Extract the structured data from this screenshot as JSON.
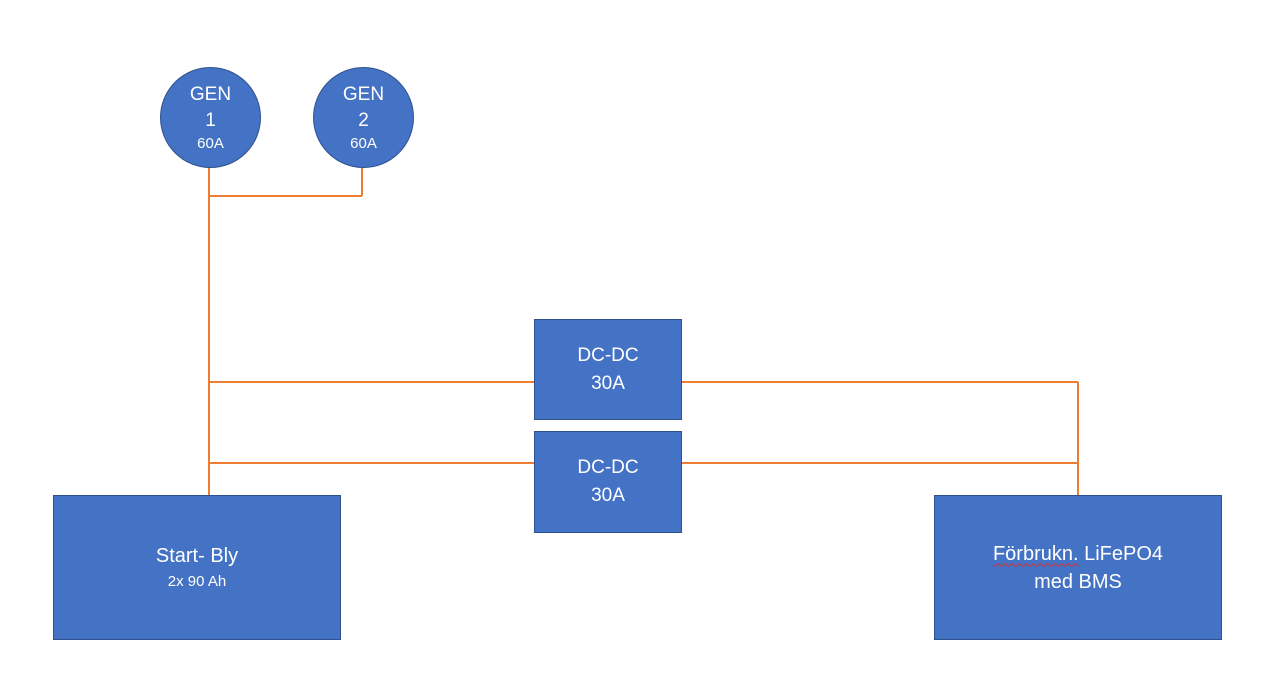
{
  "generators": [
    {
      "line1": "GEN",
      "line2": "1",
      "rating": "60A"
    },
    {
      "line1": "GEN",
      "line2": "2",
      "rating": "60A"
    }
  ],
  "converters": [
    {
      "line1": "DC-DC",
      "line2": "30A"
    },
    {
      "line1": "DC-DC",
      "line2": "30A"
    }
  ],
  "start_battery": {
    "title": "Start- Bly",
    "capacity": "2x 90 Ah"
  },
  "house_battery": {
    "word1": "Förbrukn.",
    "word2": " LiFePO4",
    "line2": "med BMS"
  },
  "colors": {
    "box_fill": "#4472C4",
    "box_border": "#2F528F",
    "wire": "#ED7D31",
    "text": "#FFFFFF"
  }
}
